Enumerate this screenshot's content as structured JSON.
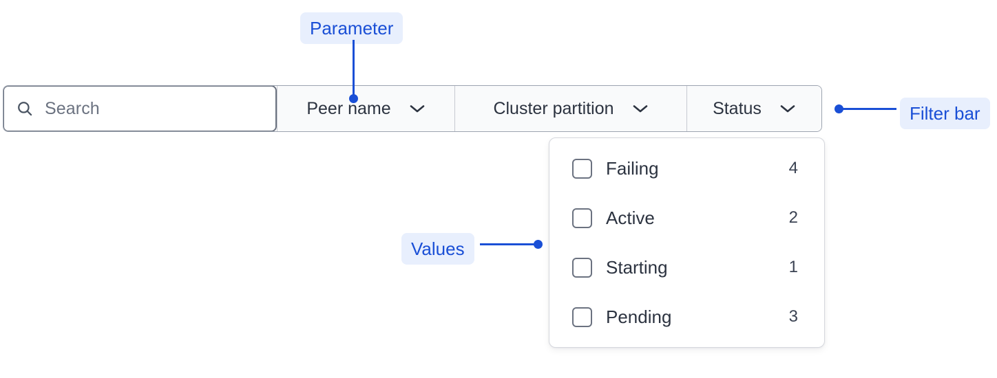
{
  "filter_bar": {
    "search": {
      "icon": "search-icon",
      "placeholder": "Search",
      "value": ""
    },
    "filters": [
      {
        "label": "Peer name",
        "icon": "chevron-down-icon",
        "expanded": false
      },
      {
        "label": "Cluster partition",
        "icon": "chevron-down-icon",
        "expanded": false
      },
      {
        "label": "Status",
        "icon": "chevron-down-icon",
        "expanded": true
      }
    ]
  },
  "dropdown": {
    "owner": "Status",
    "options": [
      {
        "label": "Failing",
        "count": "4",
        "checked": false
      },
      {
        "label": "Active",
        "count": "2",
        "checked": false
      },
      {
        "label": "Starting",
        "count": "1",
        "checked": false
      },
      {
        "label": "Pending",
        "count": "3",
        "checked": false
      }
    ]
  },
  "annotations": [
    {
      "id": "parameter",
      "label": "Parameter"
    },
    {
      "id": "values",
      "label": "Values"
    },
    {
      "id": "filter-bar",
      "label": "Filter bar"
    }
  ],
  "colors": {
    "annotation_text": "#1a4fd6",
    "annotation_badge_bg": "#e8effd",
    "bar_border": "#9ca3af",
    "cell_bg": "#f9fafb",
    "text": "#2c3340",
    "placeholder": "#6b7280"
  }
}
